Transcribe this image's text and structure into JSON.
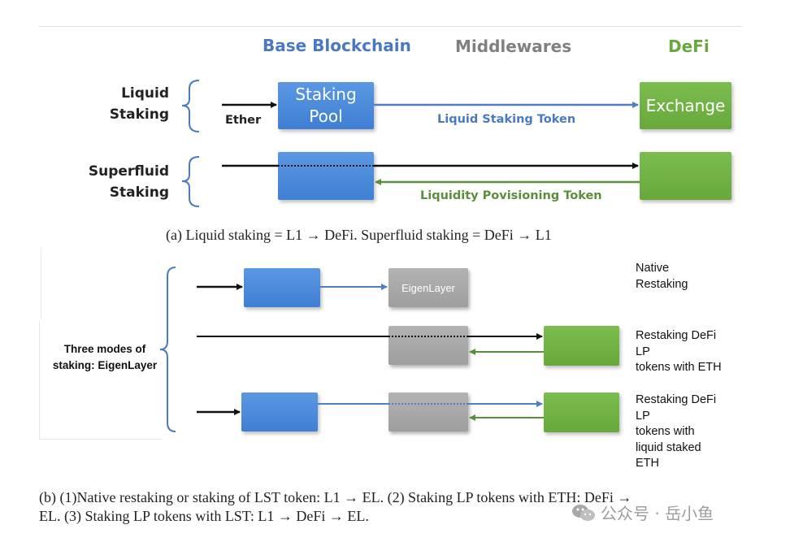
{
  "top": {
    "headers": {
      "base": "Base Blockchain",
      "middlewares": "Middlewares",
      "defi": "DeFi"
    },
    "row1_label": [
      "Liquid",
      "Staking"
    ],
    "row2_label": [
      "Superfluid",
      "Staking"
    ],
    "ether_label": "Ether",
    "staking_pool_label": [
      "Staking",
      "Pool"
    ],
    "exchange_label": "Exchange",
    "liquid_staking_token": "Liquid Staking Token",
    "liquidity_provisioning_token": "Liquidity Povisioning Token",
    "caption": "(a) Liquid staking = L1 → DeFi. Superfluid staking = DeFi → L1"
  },
  "bottom": {
    "modes_label": [
      "Three modes of",
      "staking: EigenLayer"
    ],
    "eigenlayer_label": "EigenLayer",
    "native_restaking": [
      "Native",
      "Restaking"
    ],
    "restaking_defi_eth": [
      "Restaking DeFi",
      "LP",
      "tokens with ETH"
    ],
    "restaking_defi_lst": [
      "Restaking DeFi",
      "LP",
      "tokens with",
      "liquid staked",
      "ETH"
    ],
    "caption_line1": "(b) (1)Native restaking or staking of LST token: L1 → EL. (2) Staking LP tokens with ETH: DeFi →",
    "caption_line2": "EL. (3) Staking LP tokens with LST: L1 → DeFi → EL."
  },
  "watermark": "公众号 · 岳小鱼",
  "colors": {
    "blue": "#3f7fd4",
    "green": "#68a83b",
    "grey": "#a8a8a8",
    "arrow_blue": "#4d7fc6",
    "arrow_green": "#5a8f3a"
  }
}
